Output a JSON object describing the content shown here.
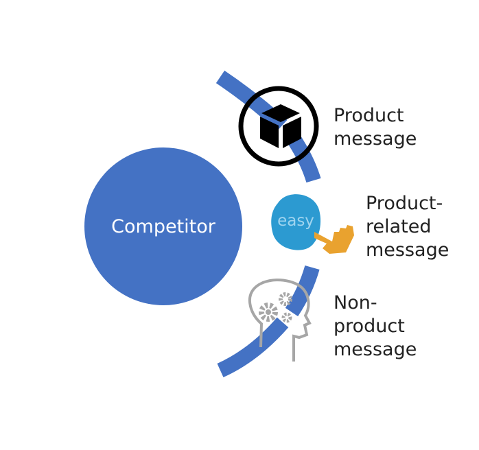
{
  "competitor": {
    "label": "Competitor"
  },
  "messages": {
    "product": [
      "Product",
      "message"
    ],
    "product_related": [
      "Product-",
      "related",
      "message"
    ],
    "non_product": [
      "Non-",
      "product",
      "message"
    ]
  },
  "icons": {
    "product": "cube-icon",
    "product_related": "easy-hand-icon",
    "non_product": "head-gears-icon",
    "easy_text": "easy"
  },
  "colors": {
    "competitor": "#4472C4",
    "arc": "#4472C4",
    "easy_blob": "#2C9AD1",
    "hand": "#E9A22F",
    "gear": "#A6A6A6"
  }
}
